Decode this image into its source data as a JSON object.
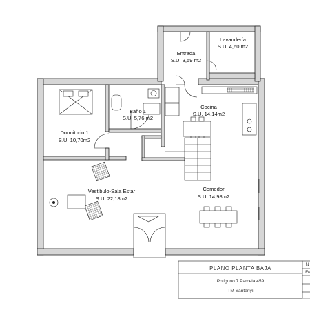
{
  "rooms": {
    "lavanderia": {
      "name": "Lavandería",
      "area": "S.U. 4,60 m2"
    },
    "entrada": {
      "name": "Entrada",
      "area": "S.U. 3,59 m2"
    },
    "bano": {
      "name": "Baño 1",
      "area": "S.U. 5,76 m2"
    },
    "cocina": {
      "name": "Cocina",
      "area": "S.U. 14,14m2"
    },
    "dormitorio": {
      "name": "Dormitorio 1",
      "area": "S.U. 10,70m2"
    },
    "vestibulo": {
      "name": "Vestibulo-Sala Estar",
      "area": "S.U. 22,18m2"
    },
    "comedor": {
      "name": "Comedor",
      "area": "S.U. 14,98m2"
    }
  },
  "title_block": {
    "title": "PLANO PLANTA BAJA",
    "line1": "Polígono 7 Parcela 459",
    "line2": "TM Santanyí",
    "edge_mark_1": "N",
    "edge_mark_2": "Fe"
  }
}
